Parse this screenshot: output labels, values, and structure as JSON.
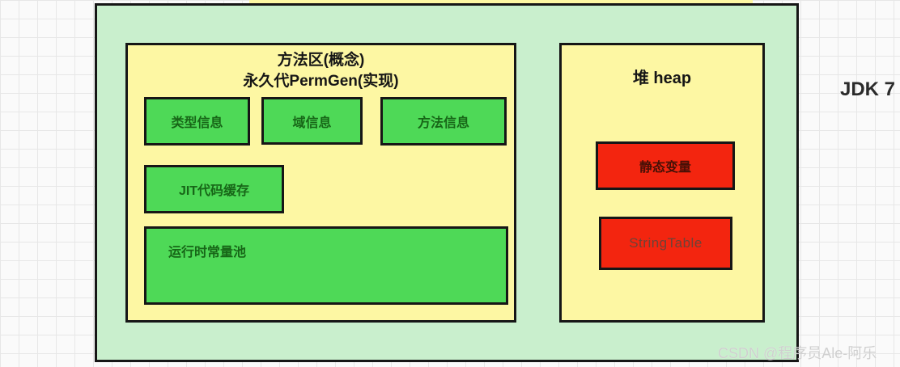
{
  "colors": {
    "container_bg": "#c9efcd",
    "area_bg": "#fdf7a3",
    "green_box_bg": "#4ed957",
    "red_box_bg": "#f3250f",
    "green_text": "#176617",
    "border": "#161616",
    "grid_line": "#e7e7e7"
  },
  "jdk_label": "JDK 7",
  "method_area": {
    "title_line1": "方法区(概念)",
    "title_line2": "永久代PermGen(实现)",
    "boxes": {
      "type_info": "类型信息",
      "field_info": "域信息",
      "method_info": "方法信息",
      "jit_cache": "JIT代码缓存",
      "runtime_constant_pool": "运行时常量池"
    }
  },
  "heap": {
    "title": "堆 heap",
    "boxes": {
      "static_variables": "静态变量",
      "string_table": "StringTable"
    }
  },
  "watermark": "CSDN @程序员Ale-阿乐"
}
